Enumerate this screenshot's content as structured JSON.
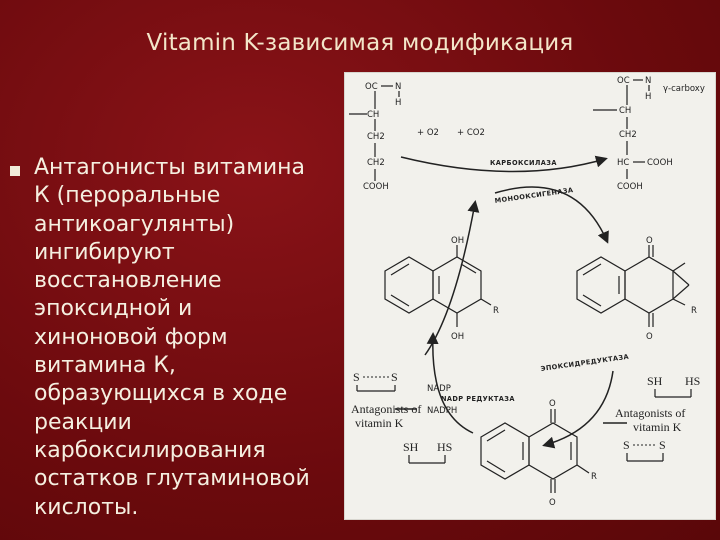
{
  "title": "Vitamin K-зависимая модификация",
  "bullet_lines": [
    "Антагонисты витамина",
    "К (пероральные",
    "антикоагулянты)",
    "ингибируют",
    "восстановление",
    "эпоксидной и",
    "хиноновой форм",
    "витамина К,",
    "образующихся в ходе",
    "реакции",
    "карбоксилирования",
    "остатков глутаминовой",
    "кислоты."
  ],
  "diagram": {
    "left_struct": [
      "OC",
      "N",
      "H",
      "CH",
      "CH2",
      "CH2",
      "COOH"
    ],
    "right_struct": [
      "OC",
      "N",
      "H",
      "CH",
      "CH2",
      "HC",
      "COOH",
      "COOH"
    ],
    "reagents": [
      "+ O2",
      "+ CO2"
    ],
    "enzymes": {
      "carboxylase": "КАРБОКСИЛАЗА",
      "monooxygenase": "МОНООКСИГЕНАЗА",
      "epoxide_reductase": "ЭПОКСИДРЕДУКТАЗА",
      "nadp_reductase": "NADP РЕДУКТАЗА"
    },
    "cofactors": [
      "NADP",
      "NADPH"
    ],
    "antagonists_label_left": [
      "Antagonists of",
      "vitamin K"
    ],
    "antagonists_label_right": [
      "Antagonists of",
      "vitamin K"
    ],
    "thiol_labels": [
      "S",
      "S",
      "SH",
      "HS"
    ],
    "atom_labels": [
      "OH",
      "OH",
      "O",
      "O",
      "O",
      "O",
      "R",
      "R",
      "R"
    ],
    "corner_text": "γ-carboxy"
  }
}
